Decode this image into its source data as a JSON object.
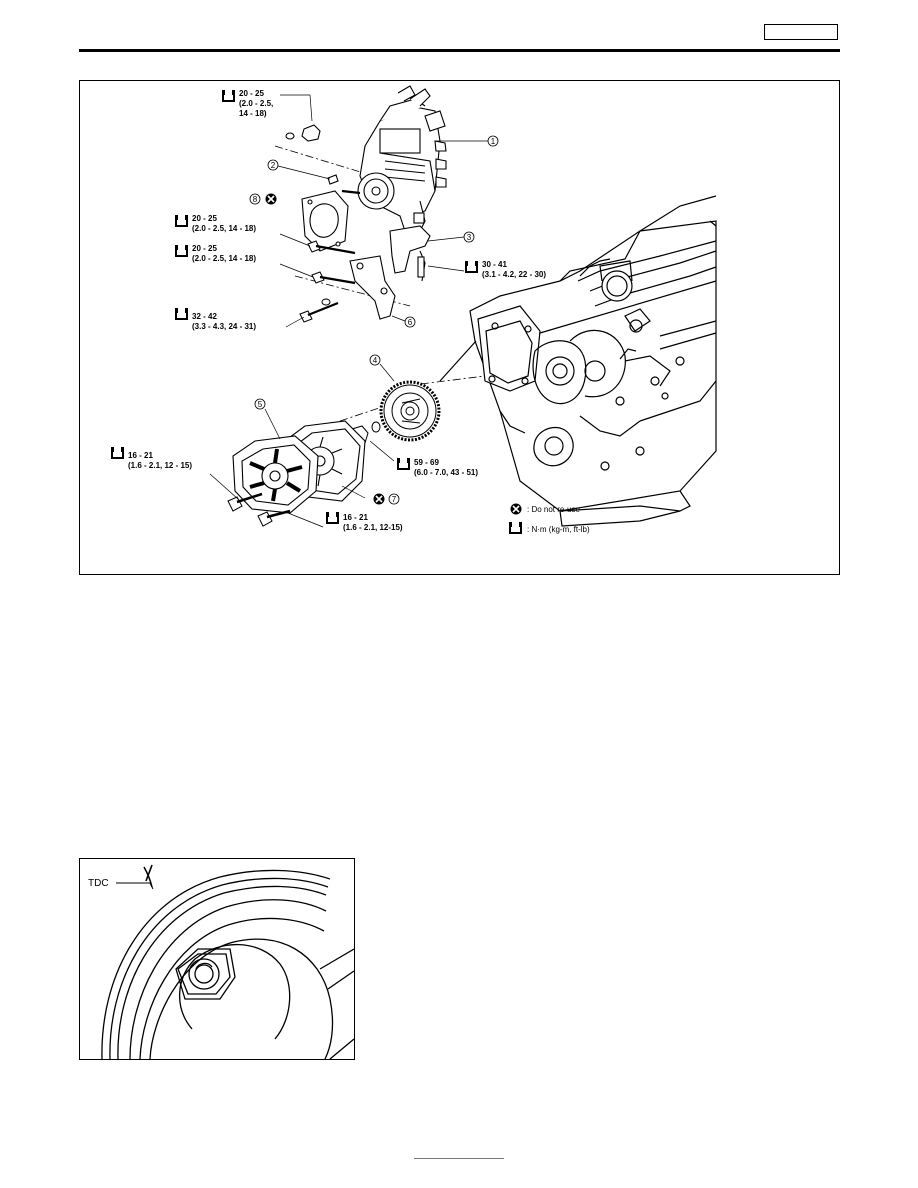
{
  "torque_specs": {
    "s1": [
      "20 - 25",
      "(2.0 - 2.5,",
      "14 - 18)"
    ],
    "s2": [
      "20 - 25",
      "(2.0 - 2.5, 14 - 18)"
    ],
    "s3": [
      "20 - 25",
      "(2.0 - 2.5, 14 - 18)"
    ],
    "s4": [
      "30 - 41",
      "(3.1 - 4.2, 22 - 30)"
    ],
    "s5": [
      "32 - 42",
      "(3.3 - 4.3, 24 - 31)"
    ],
    "s6": [
      "59 - 69",
      "(6.0 - 7.0, 43 - 51)"
    ],
    "s7": [
      "16 - 21",
      "(1.6 - 2.1, 12 - 15)"
    ],
    "s8": [
      "16 - 21",
      "(1.6 - 2.1, 12-15)"
    ]
  },
  "callouts": [
    "1",
    "2",
    "3",
    "4",
    "5",
    "6",
    "7",
    "8"
  ],
  "legend": {
    "do_not_reuse": ": Do not re-use",
    "torque_units": ": N·m (kg-m, ft-lb)"
  },
  "tdc_figure": {
    "label": "TDC"
  },
  "icons": [
    "torque-wrench-icon",
    "do-not-reuse-icon"
  ]
}
